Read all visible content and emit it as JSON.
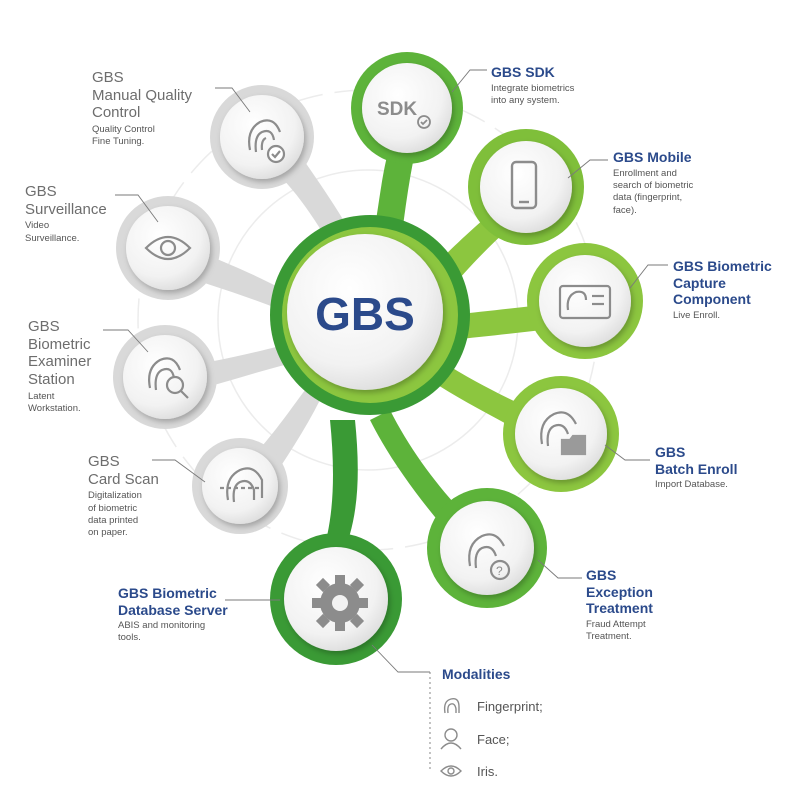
{
  "center": {
    "label": "GBS"
  },
  "left_modules": [
    {
      "title_lines": [
        "GBS",
        "Manual Quality",
        "Control"
      ],
      "desc_lines": [
        "Quality Control",
        "Fine Tuning."
      ],
      "icon": "fingerprint-check-icon"
    },
    {
      "title_lines": [
        "GBS",
        "Surveillance"
      ],
      "desc_lines": [
        "Video",
        "Surveillance."
      ],
      "icon": "eye-icon"
    },
    {
      "title_lines": [
        "GBS",
        "Biometric",
        "Examiner",
        "Station"
      ],
      "desc_lines": [
        "Latent",
        "Workstation."
      ],
      "icon": "fingerprint-search-icon"
    },
    {
      "title_lines": [
        "GBS",
        "Card Scan"
      ],
      "desc_lines": [
        "Digitalization",
        "of biometric",
        "data printed",
        "on paper."
      ],
      "icon": "fingerprint-scan-icon"
    }
  ],
  "right_modules": [
    {
      "title_lines": [
        "GBS SDK"
      ],
      "desc_lines": [
        "Integrate biometrics",
        "into any system."
      ],
      "icon": "sdk-icon",
      "icon_text": "SDK"
    },
    {
      "title_lines": [
        "GBS Mobile"
      ],
      "desc_lines": [
        "Enrollment and",
        "search of biometric",
        "data (fingerprint,",
        "face)."
      ],
      "icon": "smartphone-icon"
    },
    {
      "title_lines": [
        "GBS Biometric",
        "Capture",
        "Component"
      ],
      "desc_lines": [
        "Live Enroll."
      ],
      "icon": "id-card-fingerprint-icon"
    },
    {
      "title_lines": [
        "GBS",
        "Batch Enroll"
      ],
      "desc_lines": [
        "Import Database."
      ],
      "icon": "fingerprint-folder-icon"
    },
    {
      "title_lines": [
        "GBS",
        "Exception",
        "Treatment"
      ],
      "desc_lines": [
        "Fraud Attempt",
        "Treatment."
      ],
      "icon": "fingerprint-question-icon"
    }
  ],
  "bottom_module": {
    "title_lines": [
      "GBS Biometric",
      "Database Server"
    ],
    "desc_lines": [
      "ABIS and monitoring",
      "tools."
    ],
    "icon": "gear-icon"
  },
  "modalities": {
    "title": "Modalities",
    "items": [
      {
        "label": "Fingerprint;",
        "icon": "fingerprint-icon"
      },
      {
        "label": "Face;",
        "icon": "face-icon"
      },
      {
        "label": "Iris.",
        "icon": "eye-icon"
      }
    ]
  },
  "colors": {
    "green_dark": "#3a9a35",
    "green_mid": "#5db33a",
    "green_light": "#8cc63f",
    "gray_node": "#d6d6d6",
    "title_blue": "#2b4a8b"
  }
}
